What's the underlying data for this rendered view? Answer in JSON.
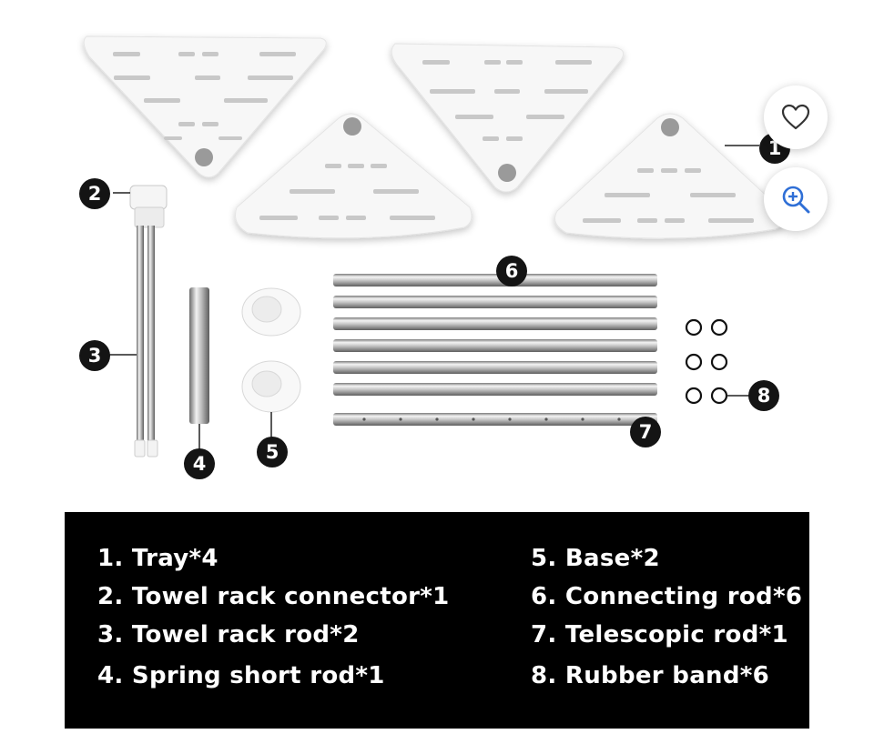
{
  "actions": {
    "favorite_icon": "heart-icon",
    "zoom_icon": "zoom-in-icon"
  },
  "callouts": [
    "1",
    "2",
    "3",
    "4",
    "5",
    "6",
    "7",
    "8"
  ],
  "legend": {
    "left": [
      "1. Tray*4",
      "2. Towel rack connector*1",
      "3. Towel rack rod*2",
      "4. Spring short rod*1"
    ],
    "right": [
      "5. Base*2",
      "6. Connecting rod*6",
      "7. Telescopic rod*1",
      "8. Rubber band*6"
    ]
  },
  "colors": {
    "legend_background": "#000000",
    "legend_text": "#ffffff",
    "callout_fill": "#141414",
    "zoom_icon": "#2f6fd6"
  }
}
